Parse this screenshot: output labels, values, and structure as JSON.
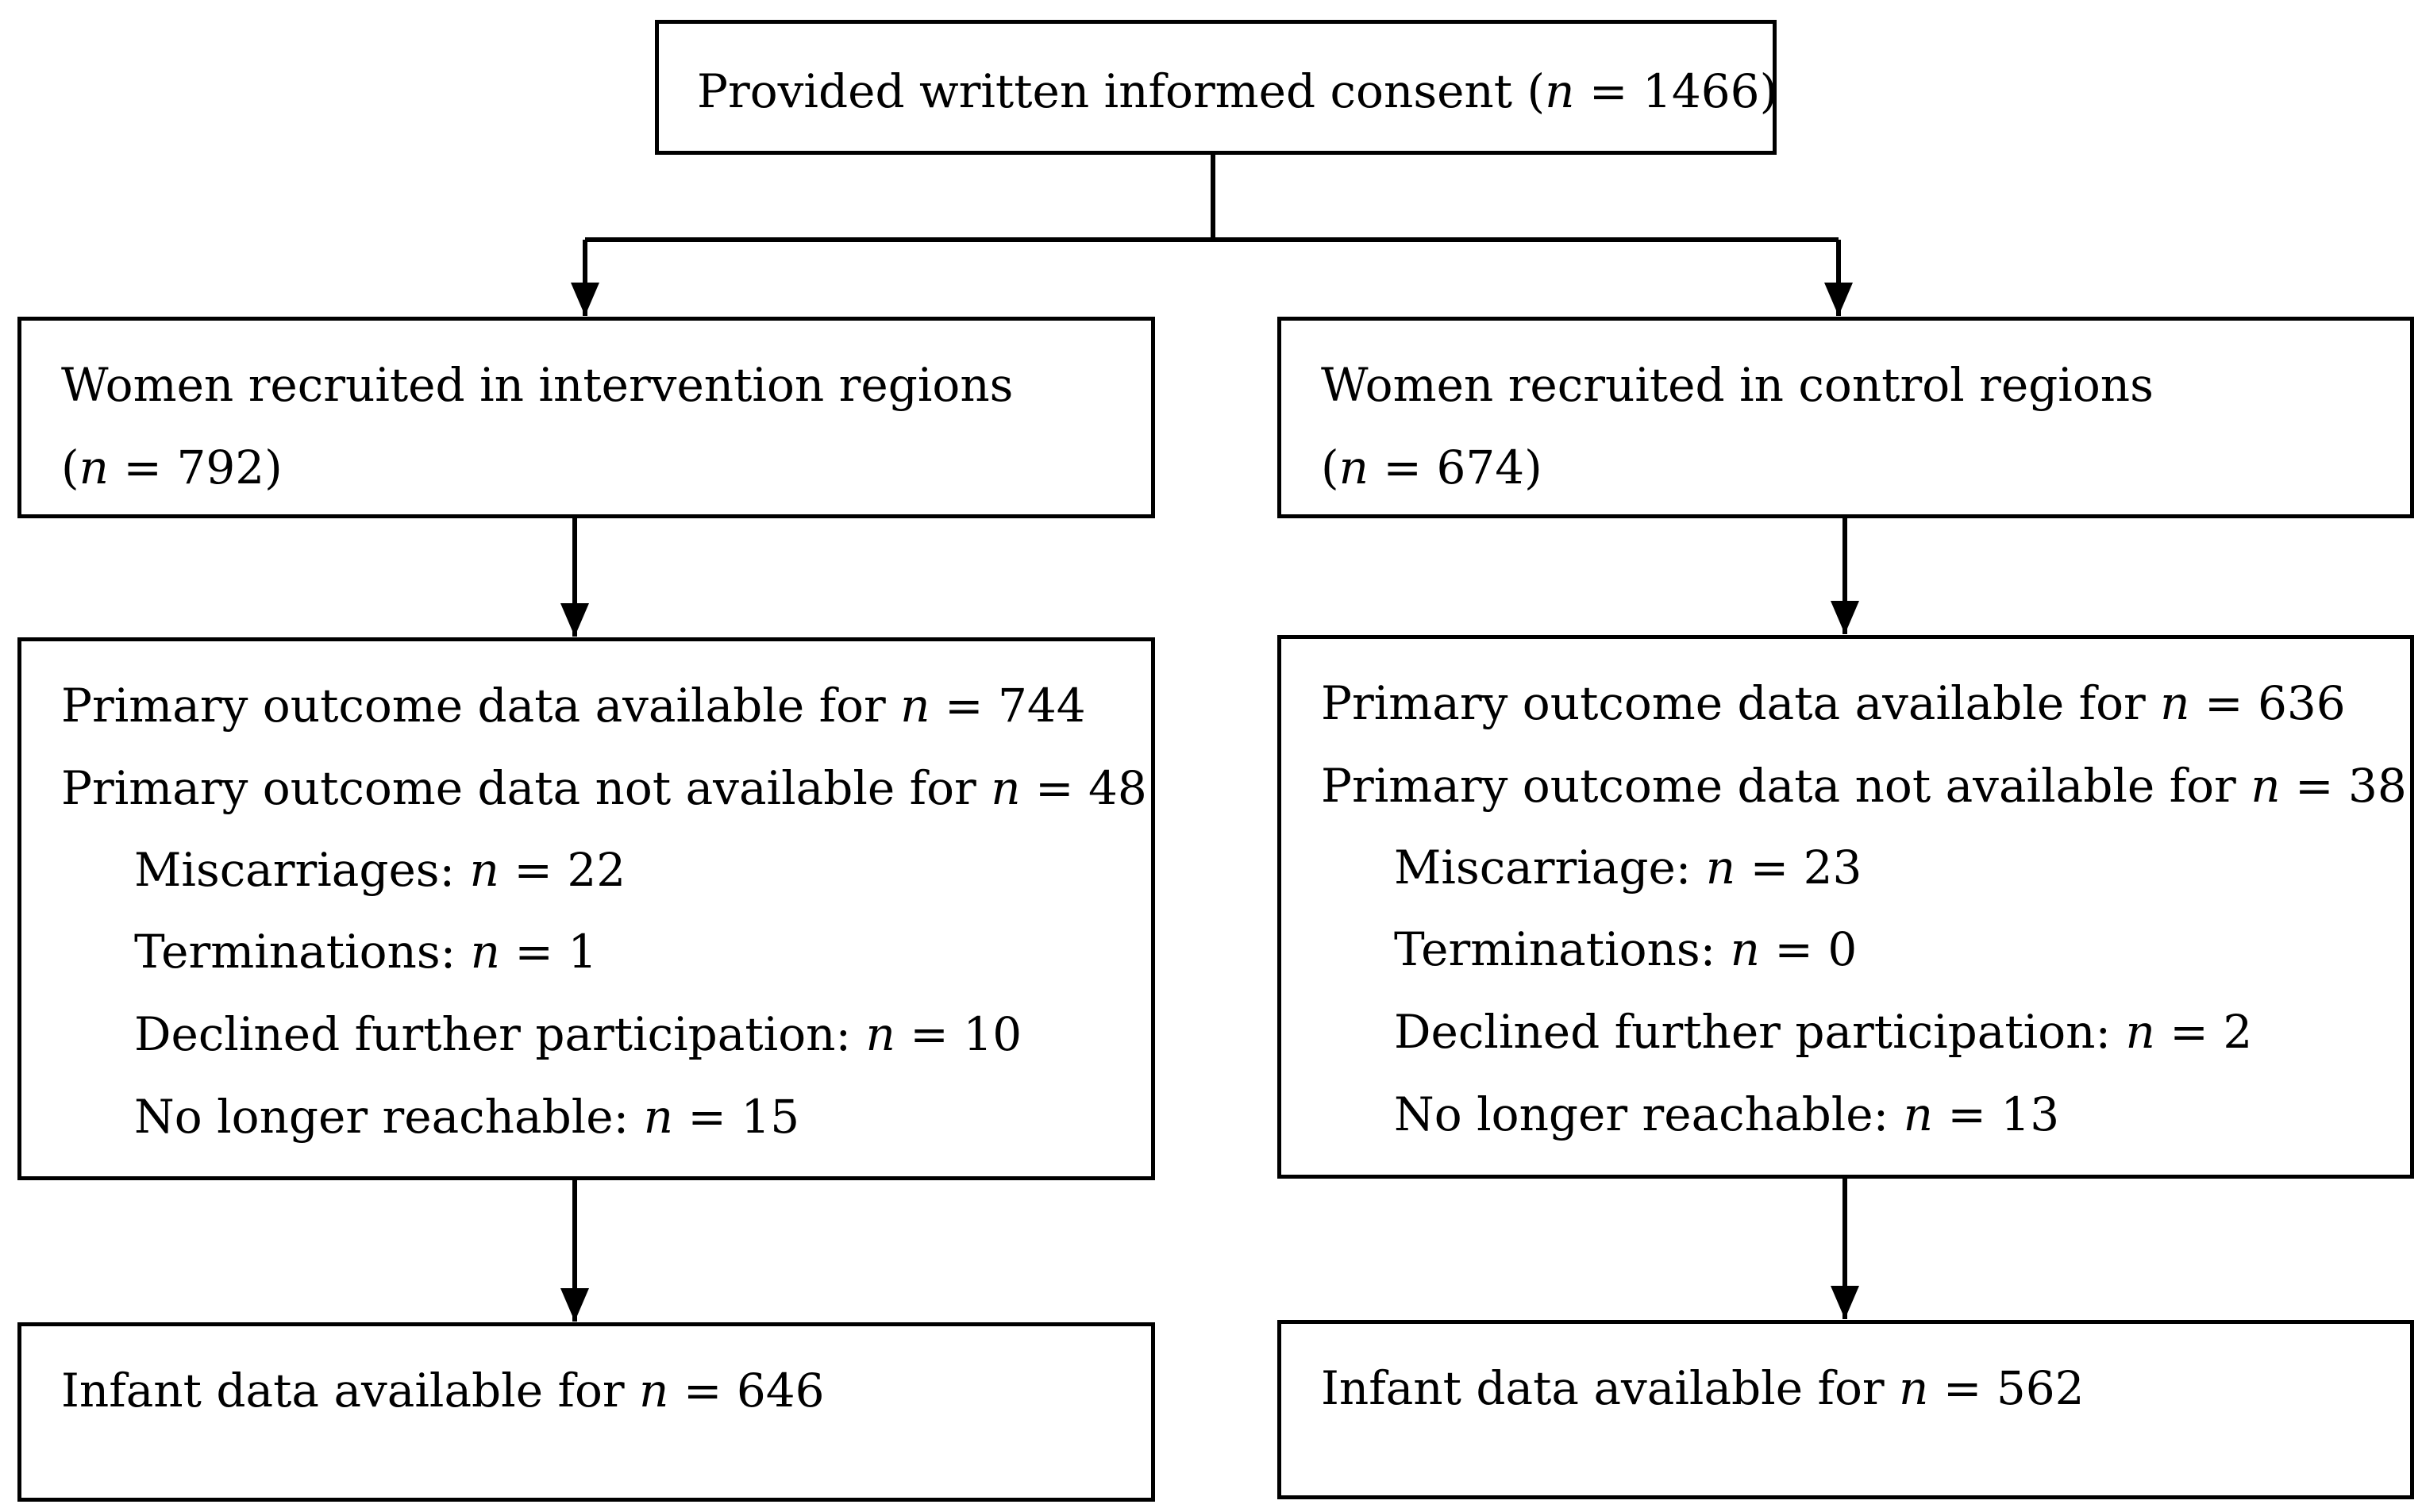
{
  "consent": {
    "label": "Provided written informed consent (",
    "n_symbol": "n",
    "value": " = 1466)"
  },
  "intervention": {
    "recruited": {
      "label": "Women recruited in intervention regions",
      "n_open": "(",
      "n_symbol": "n",
      "value": " = 792)"
    },
    "outcome": {
      "available": {
        "label": "Primary outcome data available for ",
        "n_symbol": "n",
        "value": " = 744"
      },
      "not_available": {
        "label": "Primary outcome data not available for ",
        "n_symbol": "n",
        "value": " = 48"
      },
      "reasons": [
        {
          "label": "Miscarriages: ",
          "n_symbol": "n",
          "value": " = 22"
        },
        {
          "label": "Terminations: ",
          "n_symbol": "n",
          "value": " = 1"
        },
        {
          "label": "Declined further participation: ",
          "n_symbol": "n",
          "value": " = 10"
        },
        {
          "label": "No longer reachable: ",
          "n_symbol": "n",
          "value": " = 15"
        }
      ]
    },
    "infant": {
      "label": "Infant data available for ",
      "n_symbol": "n",
      "value": " = 646"
    }
  },
  "control": {
    "recruited": {
      "label": "Women recruited in control regions",
      "n_open": "(",
      "n_symbol": "n",
      "value": " = 674)"
    },
    "outcome": {
      "available": {
        "label": "Primary outcome data available for ",
        "n_symbol": "n",
        "value": " = 636"
      },
      "not_available": {
        "label": "Primary outcome data not available for ",
        "n_symbol": "n",
        "value": " = 38"
      },
      "reasons": [
        {
          "label": "Miscarriage: ",
          "n_symbol": "n",
          "value": " = 23"
        },
        {
          "label": "Terminations: ",
          "n_symbol": "n",
          "value": " = 0"
        },
        {
          "label": "Declined further participation: ",
          "n_symbol": "n",
          "value": " = 2"
        },
        {
          "label": "No longer reachable: ",
          "n_symbol": "n",
          "value": " = 13"
        }
      ]
    },
    "infant": {
      "label": "Infant data available for ",
      "n_symbol": "n",
      "value": " = 562"
    }
  }
}
